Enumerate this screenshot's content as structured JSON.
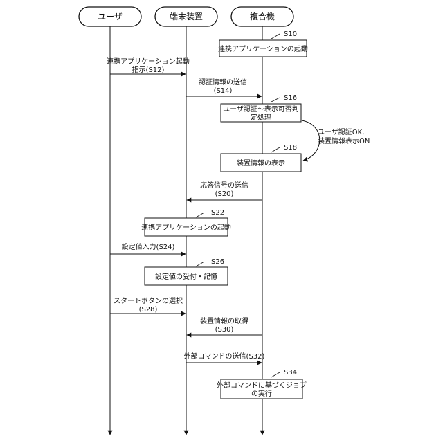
{
  "actors": {
    "user": "ユーザ",
    "terminal": "端末装置",
    "mfp": "複合機"
  },
  "steps": {
    "s10": {
      "id": "S10",
      "line1": "連携アプリケーションの起動"
    },
    "s16": {
      "id": "S16",
      "line1": "ユーザ認証～表示可否判",
      "line2": "定処理"
    },
    "s18": {
      "id": "S18",
      "line1": "装置情報の表示"
    },
    "s22": {
      "id": "S22",
      "line1": "連携アプリケーションの起動"
    },
    "s26": {
      "id": "S26",
      "line1": "設定値の受付・記憶"
    },
    "s34": {
      "id": "S34",
      "line1": "外部コマンドに基づくジョブ",
      "line2": "の実行"
    }
  },
  "messages": {
    "s12": {
      "line1": "連携アプリケーション起動",
      "line2": "指示(S12)"
    },
    "s14": {
      "line1": "認証情報の送信",
      "line2": "(S14)"
    },
    "s20": {
      "line1": "応答信号の送信",
      "line2": "(S20)"
    },
    "s24": {
      "line1": "設定値入力(S24)"
    },
    "s28": {
      "line1": "スタートボタンの選択",
      "line2": "(S28)"
    },
    "s30": {
      "line1": "装置情報の取得",
      "line2": "(S30)"
    },
    "s32": {
      "line1": "外部コマンドの送信(S32)"
    }
  },
  "branch": {
    "line1": "ユーザ認証OK,",
    "line2": "装置情報表示ON"
  }
}
